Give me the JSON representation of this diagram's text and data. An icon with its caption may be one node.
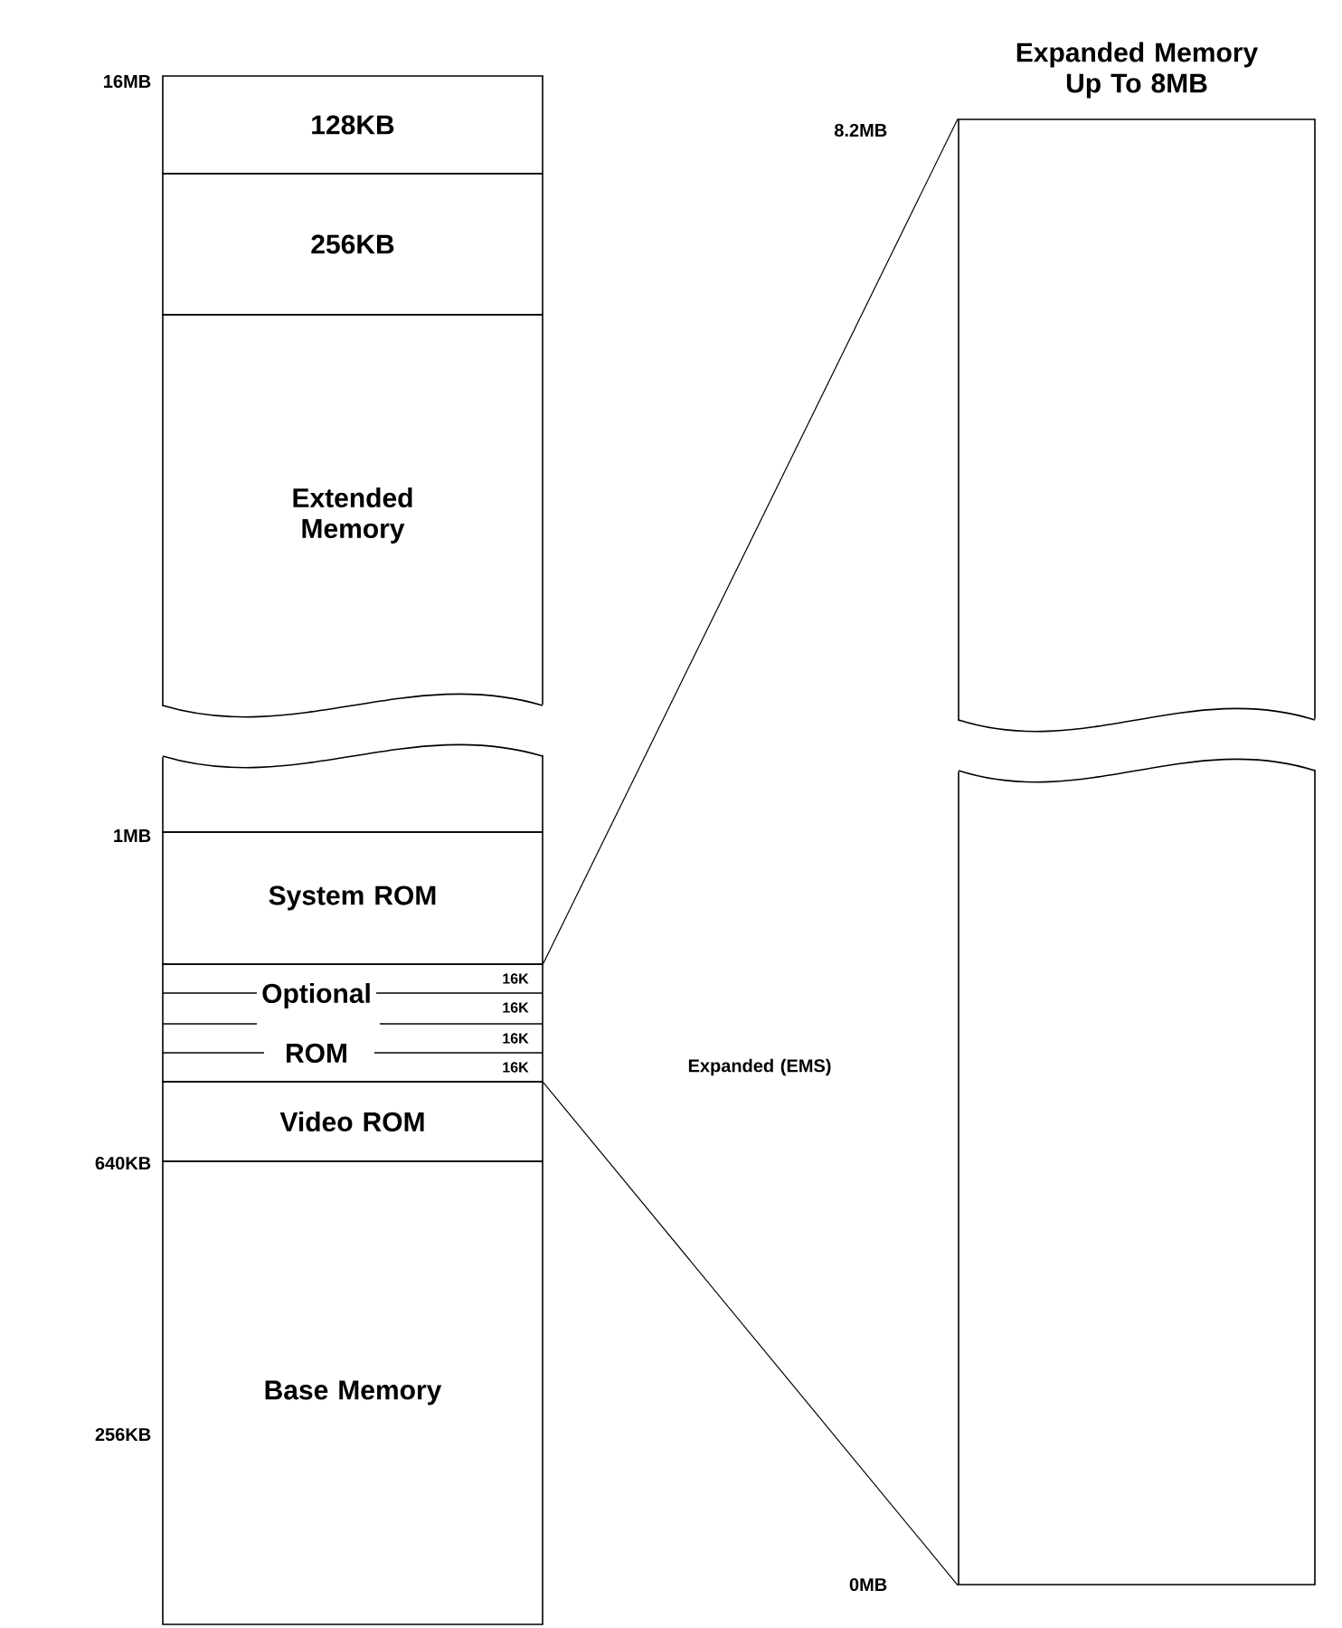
{
  "diagram": {
    "nodes": [
      {
        "text": [
          "128KB"
        ]
      },
      {
        "text": [
          "256KB"
        ]
      },
      {
        "text": [
          "Extended Memory"
        ]
      },
      {
        "text": [
          "System ROM"
        ]
      },
      {
        "text": [
          "Optional ROM"
        ]
      },
      {
        "text": [
          "Video ROM"
        ]
      },
      {
        "text": [
          "Base Memory"
        ]
      },
      {
        "text": [
          "Expanded Memory Up To 8MB"
        ]
      }
    ],
    "edges": [
      {
        "from": 4,
        "to": 7,
        "arrow": "none"
      },
      {
        "from": 4,
        "to": 7,
        "arrow": "none"
      }
    ],
    "labels": [
      "16MB",
      "8.2MB",
      "1MB",
      "16K",
      "16K",
      "16K",
      "16K",
      "Expanded (EMS)",
      "640KB",
      "256KB",
      "0MB"
    ]
  }
}
